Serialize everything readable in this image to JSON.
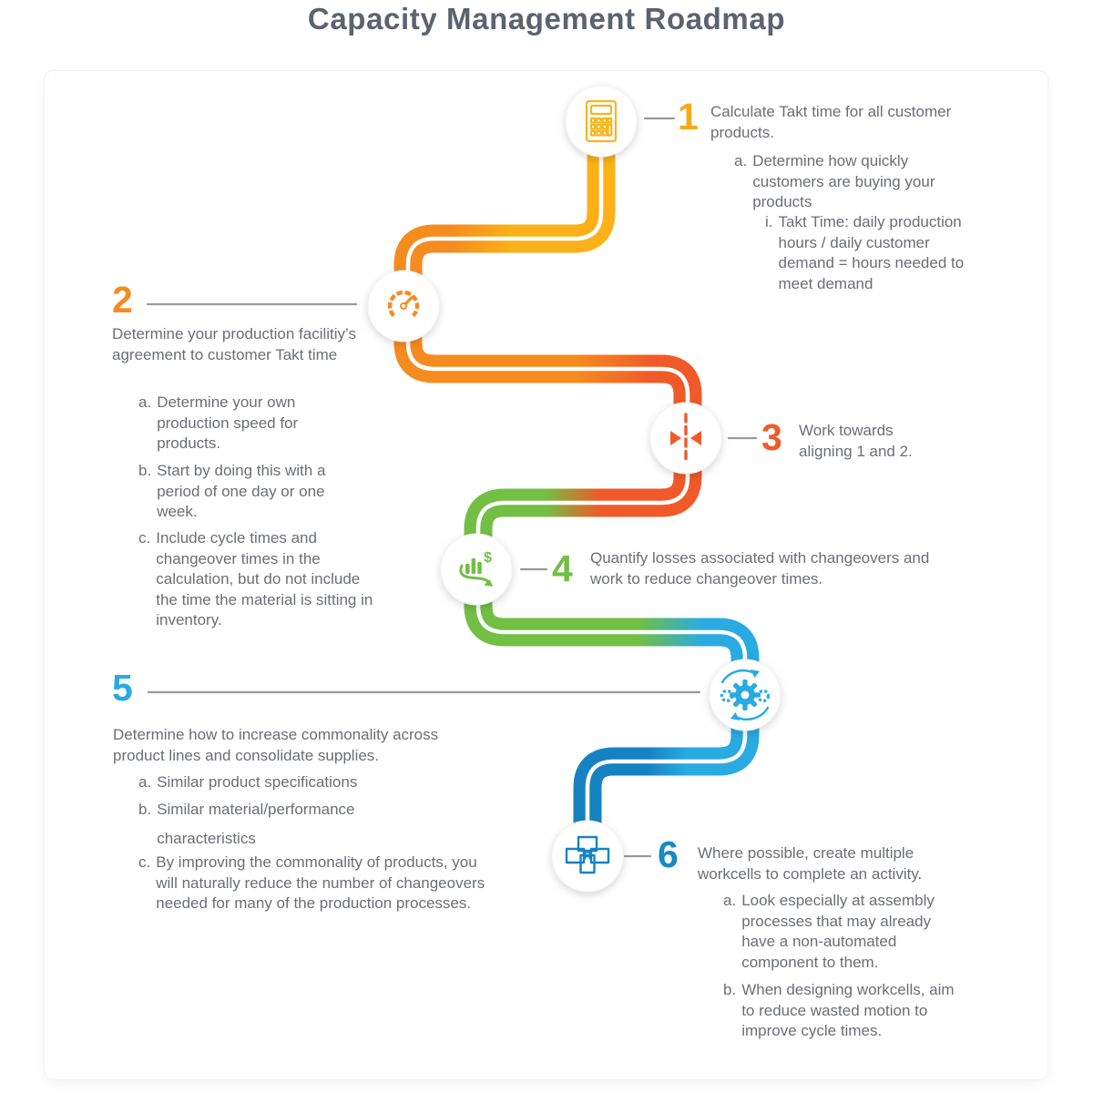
{
  "title": "Capacity Management Roadmap",
  "palette": {
    "yellow": "#FBB117",
    "orange": "#F68B1F",
    "red_orange": "#F05A28",
    "green": "#72BF44",
    "cyan": "#29ABE2",
    "blue": "#1583C2",
    "text_gray": "#6B6E74",
    "title_gray": "#5B6370",
    "connector_gray": "#97999C"
  },
  "losses_icon_dollar": "$",
  "steps": [
    {
      "number": "1",
      "icon": "calculator-icon",
      "color": "#F9A81B",
      "text": "Calculate Takt time for all customer products.",
      "items": [
        {
          "label": "a.",
          "text": "Determine how quickly customers are buying your products",
          "items": [
            {
              "label": "i.",
              "text": "Takt Time: daily production hours / daily customer demand = hours needed to meet demand"
            }
          ]
        }
      ]
    },
    {
      "number": "2",
      "icon": "speedometer-icon",
      "color": "#F68B1F",
      "text": "Determine your production facilitiy’s agreement to customer Takt time",
      "items": [
        {
          "label": "a.",
          "text": "Determine your own production speed for products."
        },
        {
          "label": "b.",
          "text": "Start by doing this with a period of one day or one week."
        },
        {
          "label": "c.",
          "text": " Include cycle times and changeover times in the calculation, but do not include the time the material is sitting in inventory."
        }
      ]
    },
    {
      "number": "3",
      "icon": "align-icon",
      "color": "#F15A29",
      "text": "Work towards aligning 1 and 2."
    },
    {
      "number": "4",
      "icon": "losses-icon",
      "color": "#72BF44",
      "text": "Quantify losses associated with changeovers and work to reduce changeover times."
    },
    {
      "number": "5",
      "icon": "process-gears-icon",
      "color": "#29ABE2",
      "text": "Determine how to increase commonality across product lines and consolidate supplies.",
      "items": [
        {
          "label": "a.",
          "text": "Similar product specifications"
        },
        {
          "label": "b.",
          "text": "Similar material/performance",
          "text2": "characteristics"
        },
        {
          "label": "c.",
          "text": "By improving the commonality of products, you will naturally reduce the number of changeovers needed for many of the production processes."
        }
      ]
    },
    {
      "number": "6",
      "icon": "workcells-icon",
      "color": "#1789C5",
      "text": "Where possible, create multiple workcells to complete an activity.",
      "items": [
        {
          "label": "a.",
          "text": "Look especially at assembly processes that may already have a non-automated component to them."
        },
        {
          "label": "b.",
          "text": "When designing workcells, aim to reduce wasted motion to improve cycle times."
        }
      ]
    }
  ]
}
